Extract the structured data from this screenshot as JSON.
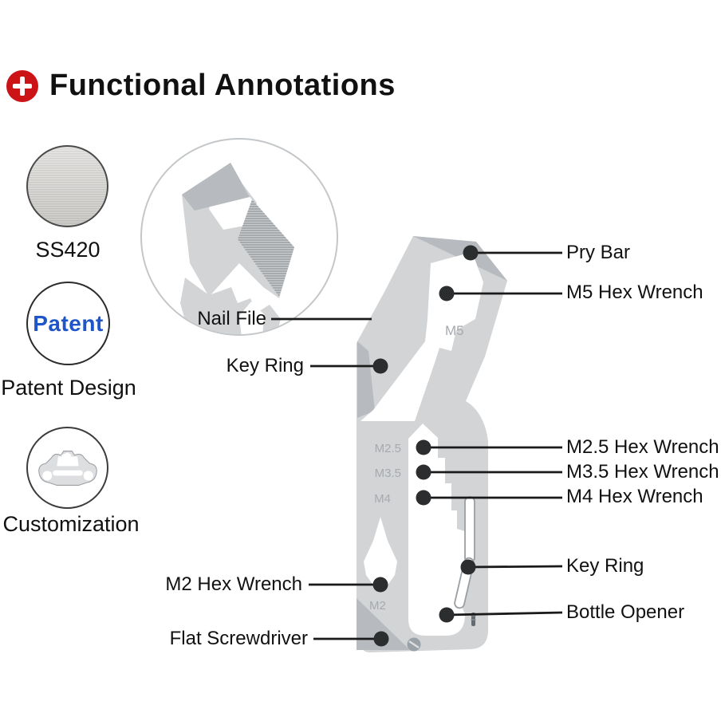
{
  "header": {
    "title": "Functional Annotations"
  },
  "badges": [
    {
      "id": "material",
      "label": "SS420"
    },
    {
      "id": "patent-design",
      "label": "Patent Design",
      "circle_text": "Patent"
    },
    {
      "id": "customization",
      "label": "Customization"
    }
  ],
  "diagram": {
    "magnified_callout": "Nail File",
    "engravings": {
      "m5": "M5",
      "m2_5": "M2.5",
      "m3_5": "M3.5",
      "m4": "M4",
      "m2": "M2"
    },
    "annotations": {
      "left": [
        {
          "label": "Key Ring"
        },
        {
          "label": "M2 Hex Wrench"
        },
        {
          "label": "Flat Screwdriver"
        }
      ],
      "right": [
        {
          "label": "Pry Bar"
        },
        {
          "label": "M5 Hex Wrench"
        },
        {
          "label": "M2.5 Hex Wrench"
        },
        {
          "label": "M3.5 Hex Wrench"
        },
        {
          "label": "M4 Hex Wrench"
        },
        {
          "label": "Key Ring"
        },
        {
          "label": "Bottle Opener"
        }
      ]
    }
  },
  "colors": {
    "accent_red": "#cc1417",
    "patent_blue": "#1e55c9",
    "tool_body": "#d2d4d6",
    "tool_facet": "#b7babe",
    "engraving": "#a6aaae",
    "annotation_line": "#1a1a1a"
  }
}
